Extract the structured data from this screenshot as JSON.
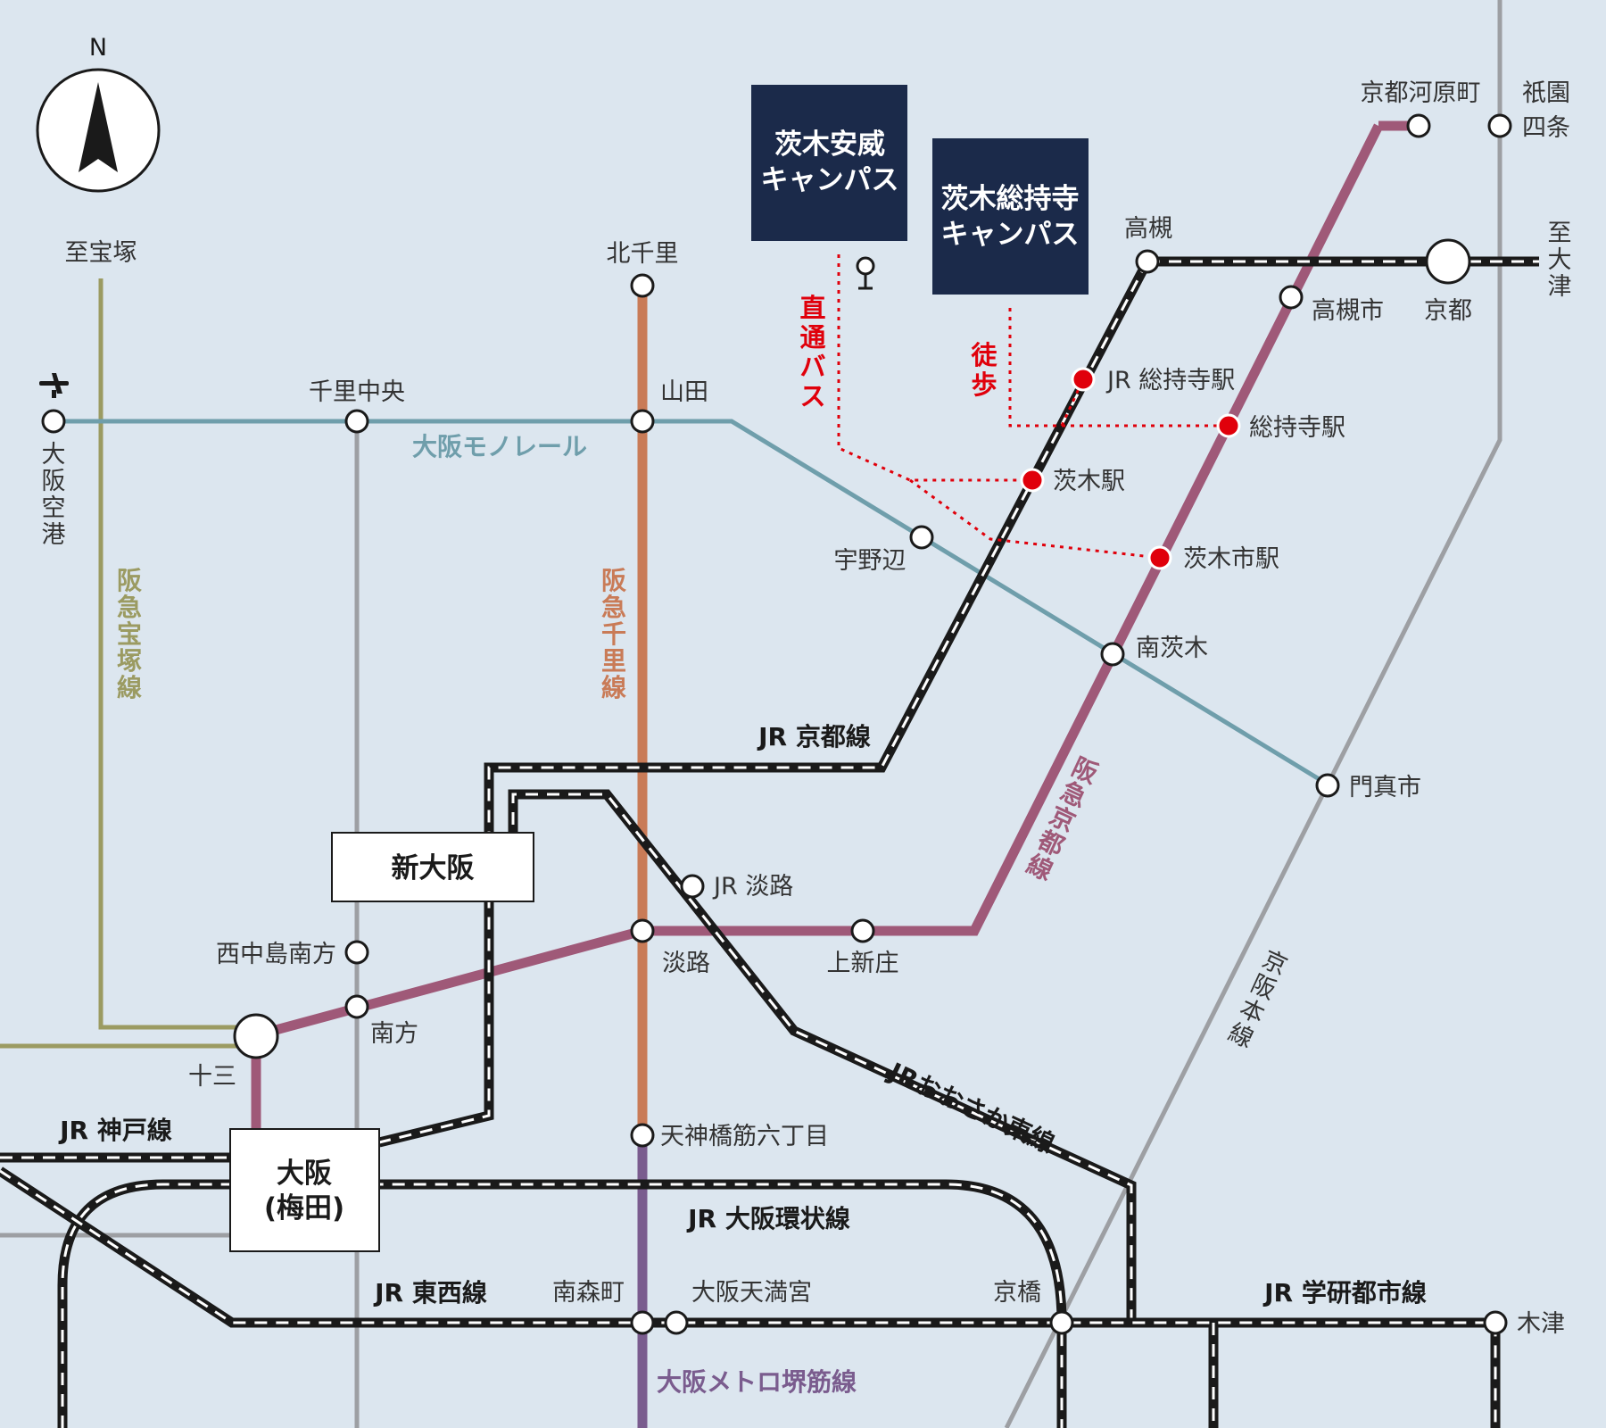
{
  "colors": {
    "background": "#dce6ef",
    "jr": "#1a1a1a",
    "monorail": "#6f9eab",
    "hankyu_senri": "#c97b57",
    "hankyu_kyoto": "#9f5978",
    "hankyu_takarazuka": "#9b9b62",
    "keihan": "#9d9fa3",
    "metro_sakaisuji": "#7a5c8e",
    "campus_box": "#1b2a4a",
    "access": "#e0000b"
  },
  "compass": {
    "label": "N"
  },
  "campuses": {
    "ibaraki_ai": [
      "茨木安威",
      "キャンパス"
    ],
    "ibaraki_soji": [
      "茨木総持寺",
      "キャンパス"
    ]
  },
  "hubs": {
    "shin_osaka": "新大阪",
    "osaka": [
      "大阪",
      "(梅田)"
    ]
  },
  "access": {
    "bus": [
      "直",
      "通",
      "バ",
      "ス"
    ],
    "walk": [
      "徒",
      "歩"
    ]
  },
  "lines": {
    "to_takarazuka": "至宝塚",
    "to_otsu": [
      "至",
      "大",
      "津"
    ],
    "airport": [
      "大",
      "阪",
      "空",
      "港"
    ],
    "hankyu_takarazuka": [
      "阪",
      "急",
      "宝",
      "塚",
      "線"
    ],
    "hankyu_senri": [
      "阪",
      "急",
      "千",
      "里",
      "線"
    ],
    "hankyu_kyoto": [
      "阪",
      "急",
      "京",
      "都",
      "線"
    ],
    "keihan": [
      "京",
      "阪",
      "本",
      "線"
    ],
    "monorail": "大阪モノレール",
    "jr_kyoto": "JR 京都線",
    "jr_osaka_higashi": "JRおおさか東線",
    "jr_kobe": "JR 神戸線",
    "jr_loop": "JR 大阪環状線",
    "jr_tozai": "JR 東西線",
    "jr_gakken": "JR 学研都市線",
    "metro_sakaisuji": "大阪メトロ堺筋線"
  },
  "stations": {
    "kyoto_kawaramachi": "京都河原町",
    "gion_shijo_1": "祇園",
    "gion_shijo_2": "四条",
    "kitasenri": "北千里",
    "takatsuki": "高槻",
    "takatsukishi": "高槻市",
    "kyoto": "京都",
    "senri_chuo": "千里中央",
    "yamada": "山田",
    "jr_sojiji": "JR 総持寺駅",
    "sojiji": "総持寺駅",
    "ibaraki": "茨木駅",
    "ibarakishi": "茨木市駅",
    "unobe": "宇野辺",
    "minami_ibaraki": "南茨木",
    "kadomashi": "門真市",
    "jr_awaji": "JR 淡路",
    "awaji": "淡路",
    "kamishinjo": "上新庄",
    "nishinakajima": "西中島南方",
    "minamikata": "南方",
    "juso": "十三",
    "tenjinbashi": "天神橋筋六丁目",
    "minamimorimachi": "南森町",
    "osaka_tenmangu": "大阪天満宮",
    "kyobashi": "京橋",
    "kizu": "木津"
  }
}
